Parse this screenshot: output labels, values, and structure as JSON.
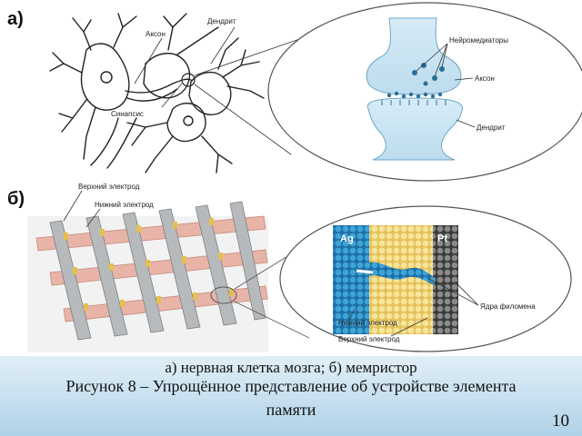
{
  "panels": {
    "a": {
      "label": "а)",
      "neuron_labels": {
        "axon": "Аксон",
        "dendrite": "Дендрит",
        "synapse": "Синапсис"
      },
      "zoom_labels": {
        "neurotransmitters": "Нейромедиаторы",
        "axon": "Аксон",
        "dendrite": "Дендрит"
      }
    },
    "b": {
      "label": "б)",
      "crossbar_labels": {
        "top_electrode": "Верхний электрод",
        "bottom_electrode": "Нижний электрод"
      },
      "zoom_labels": {
        "left_metal": "Ag",
        "right_metal": "Pt",
        "filament": "Ядра филомена",
        "bottom_electrode": "Нижний электрод",
        "top_electrode": "Верхний электрод"
      }
    }
  },
  "caption": {
    "line1": "а) нервная клетка мозга; б) мемристор",
    "line2": "Рисунок 8 – Упрощённое представление об устройстве элемента",
    "line3": "памяти"
  },
  "page_number": "10",
  "colors": {
    "synapse_fill": "#cfe6f2",
    "ag_blue": "#2f8fc4",
    "gold": "#f3d37a",
    "pt_gray": "#6b6b6b",
    "electrode_pink": "#e8b4a8",
    "electrode_gray": "#a9acae"
  }
}
